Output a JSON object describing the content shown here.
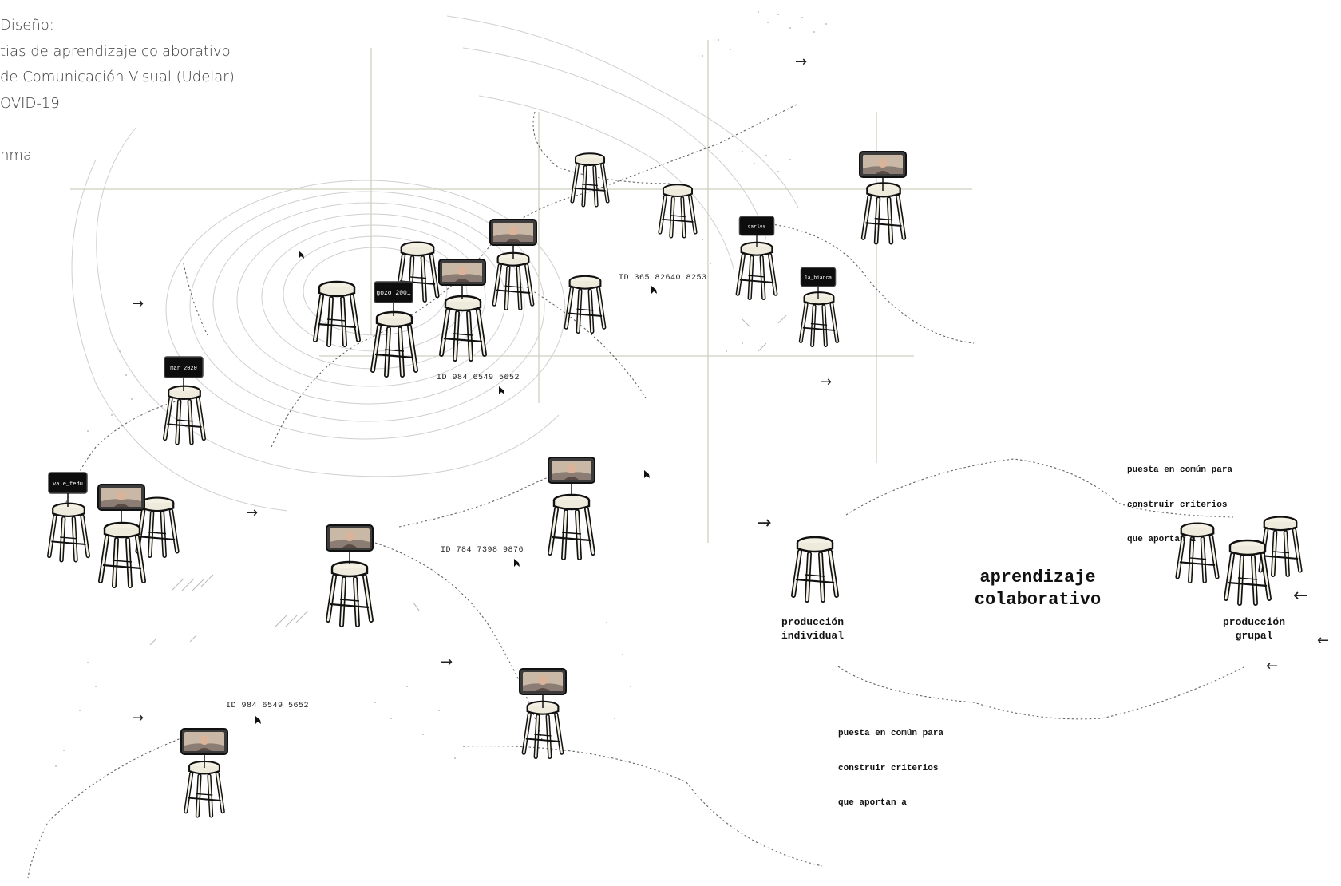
{
  "title_lines": [
    "Diseño:",
    "tias de aprendizaje colaborativo",
    "de Comunicación Visual (Udelar)",
    "OVID-19",
    "",
    "nma"
  ],
  "meeting_ids": [
    "ID 365 82640 8253",
    "ID 984 6549 5652",
    "ID 784 7398 9876",
    "ID 984 6549 5652"
  ],
  "user_tags": [
    "gozo_2001",
    "mar_2020",
    "vale_fedu",
    "carlos",
    "la_bianca"
  ],
  "diagram": {
    "center_label": [
      "aprendizaje",
      "colaborativo"
    ],
    "left_label": [
      "producción",
      "individual"
    ],
    "right_label": [
      "producción",
      "grupal"
    ],
    "top_note": [
      "puesta en común para",
      "construir criterios",
      "que aportan a"
    ],
    "bottom_note": [
      "puesta en común para",
      "construir criterios",
      "que aportan a"
    ]
  },
  "arrow_glyphs": {
    "right": "→",
    "left": "←"
  },
  "colors": {
    "grid": "#cfd0bf",
    "contour": "#cfcfcf",
    "ink": "#111111",
    "seat": "#f4f1e4"
  }
}
